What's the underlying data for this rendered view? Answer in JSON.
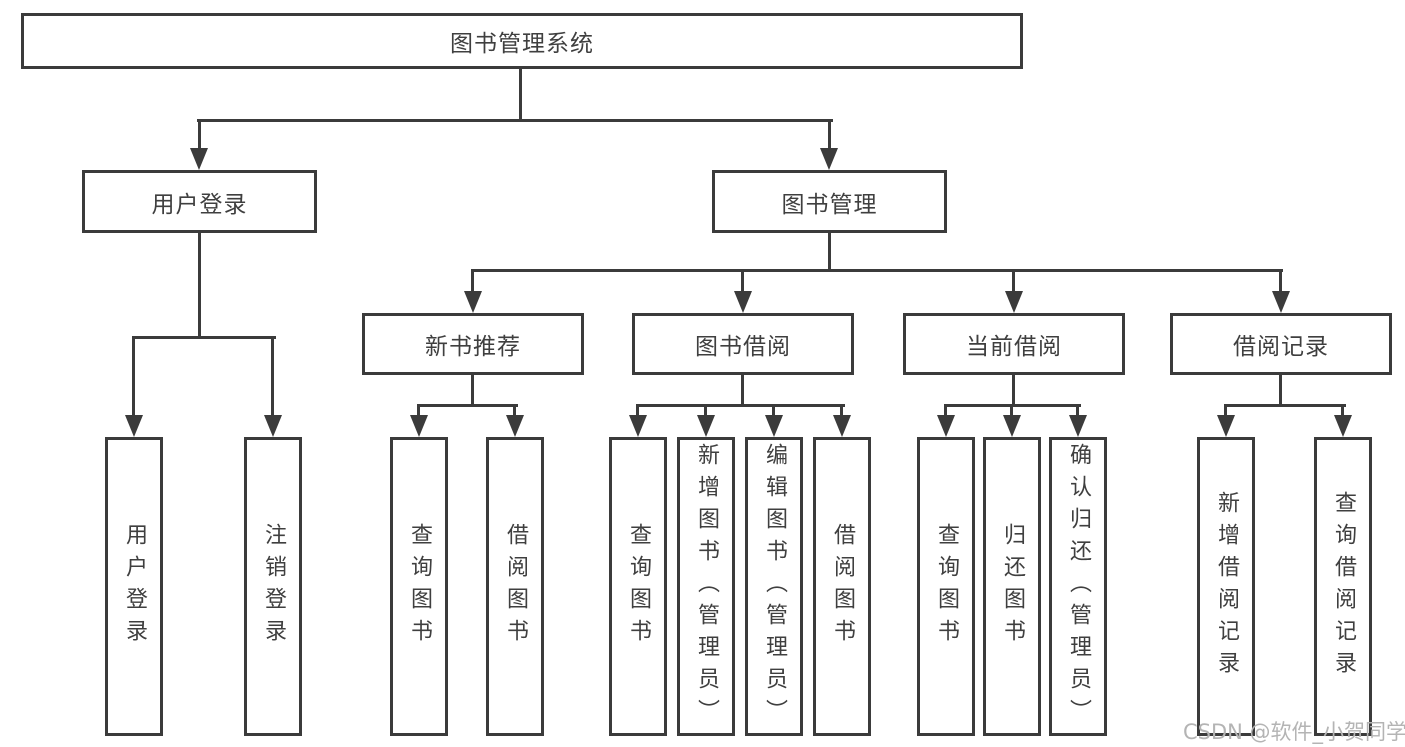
{
  "tree": {
    "root": {
      "label": "图书管理系统"
    },
    "branches": [
      {
        "label": "用户登录",
        "children": [
          {
            "label": "用户登录"
          },
          {
            "label": "注销登录"
          }
        ]
      },
      {
        "label": "图书管理",
        "children": [
          {
            "label": "新书推荐",
            "children": [
              {
                "label": "查询图书"
              },
              {
                "label": "借阅图书"
              }
            ]
          },
          {
            "label": "图书借阅",
            "children": [
              {
                "label": "查询图书"
              },
              {
                "label": "新增图书（管理员）"
              },
              {
                "label": "编辑图书（管理员）"
              },
              {
                "label": "借阅图书"
              }
            ]
          },
          {
            "label": "当前借阅",
            "children": [
              {
                "label": "查询图书"
              },
              {
                "label": "归还图书"
              },
              {
                "label": "确认归还（管理员）"
              }
            ]
          },
          {
            "label": "借阅记录",
            "children": [
              {
                "label": "新增借阅记录"
              },
              {
                "label": "查询借阅记录"
              }
            ]
          }
        ]
      }
    ]
  },
  "watermark": {
    "text": "CSDN @软件_小贺同学"
  },
  "colors": {
    "line": "#3b3b3b",
    "text": "#3f3f3f",
    "background": "#ffffff",
    "watermark": "#b4b4b4"
  }
}
